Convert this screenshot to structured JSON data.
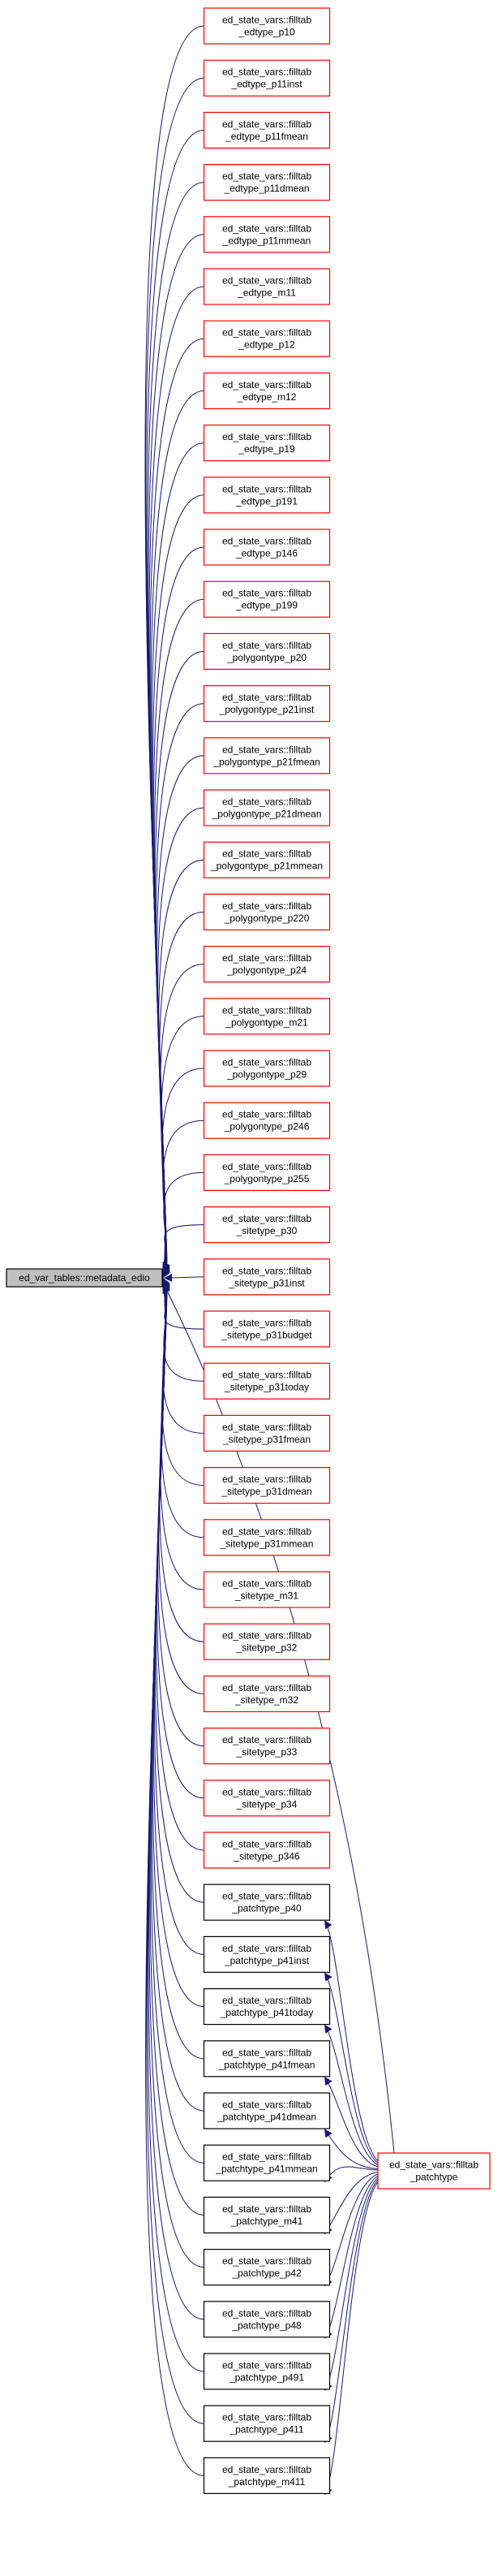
{
  "colors": {
    "edge": "#191970",
    "red_border": "#ff0000",
    "black_border": "#000000",
    "root_fill": "#bfbfbf",
    "node_fill": "#ffffff"
  },
  "root": {
    "lines": [
      "ed_var_tables::metadata_edio"
    ]
  },
  "hub": {
    "lines": [
      "ed_state_vars::filltab",
      "_patchtype"
    ]
  },
  "nodes": [
    {
      "lines": [
        "ed_state_vars::filltab",
        "_edtype_p10"
      ],
      "border": "red"
    },
    {
      "lines": [
        "ed_state_vars::filltab",
        "_edtype_p11inst"
      ],
      "border": "red"
    },
    {
      "lines": [
        "ed_state_vars::filltab",
        "_edtype_p11fmean"
      ],
      "border": "red"
    },
    {
      "lines": [
        "ed_state_vars::filltab",
        "_edtype_p11dmean"
      ],
      "border": "red"
    },
    {
      "lines": [
        "ed_state_vars::filltab",
        "_edtype_p11mmean"
      ],
      "border": "red"
    },
    {
      "lines": [
        "ed_state_vars::filltab",
        "_edtype_m11"
      ],
      "border": "red"
    },
    {
      "lines": [
        "ed_state_vars::filltab",
        "_edtype_p12"
      ],
      "border": "red"
    },
    {
      "lines": [
        "ed_state_vars::filltab",
        "_edtype_m12"
      ],
      "border": "red"
    },
    {
      "lines": [
        "ed_state_vars::filltab",
        "_edtype_p19"
      ],
      "border": "red"
    },
    {
      "lines": [
        "ed_state_vars::filltab",
        "_edtype_p191"
      ],
      "border": "red"
    },
    {
      "lines": [
        "ed_state_vars::filltab",
        "_edtype_p146"
      ],
      "border": "red"
    },
    {
      "lines": [
        "ed_state_vars::filltab",
        "_edtype_p199"
      ],
      "border": "red"
    },
    {
      "lines": [
        "ed_state_vars::filltab",
        "_polygontype_p20"
      ],
      "border": "red"
    },
    {
      "lines": [
        "ed_state_vars::filltab",
        "_polygontype_p21inst"
      ],
      "border": "red"
    },
    {
      "lines": [
        "ed_state_vars::filltab",
        "_polygontype_p21fmean"
      ],
      "border": "red"
    },
    {
      "lines": [
        "ed_state_vars::filltab",
        "_polygontype_p21dmean"
      ],
      "border": "red"
    },
    {
      "lines": [
        "ed_state_vars::filltab",
        "_polygontype_p21mmean"
      ],
      "border": "red"
    },
    {
      "lines": [
        "ed_state_vars::filltab",
        "_polygontype_p220"
      ],
      "border": "red"
    },
    {
      "lines": [
        "ed_state_vars::filltab",
        "_polygontype_p24"
      ],
      "border": "red"
    },
    {
      "lines": [
        "ed_state_vars::filltab",
        "_polygontype_m21"
      ],
      "border": "red"
    },
    {
      "lines": [
        "ed_state_vars::filltab",
        "_polygontype_p29"
      ],
      "border": "red"
    },
    {
      "lines": [
        "ed_state_vars::filltab",
        "_polygontype_p246"
      ],
      "border": "red"
    },
    {
      "lines": [
        "ed_state_vars::filltab",
        "_polygontype_p255"
      ],
      "border": "red"
    },
    {
      "lines": [
        "ed_state_vars::filltab",
        "_sitetype_p30"
      ],
      "border": "red"
    },
    {
      "lines": [
        "ed_state_vars::filltab",
        "_sitetype_p31inst"
      ],
      "border": "red"
    },
    {
      "lines": [
        "ed_state_vars::filltab",
        "_sitetype_p31budget"
      ],
      "border": "red"
    },
    {
      "lines": [
        "ed_state_vars::filltab",
        "_sitetype_p31today"
      ],
      "border": "red"
    },
    {
      "lines": [
        "ed_state_vars::filltab",
        "_sitetype_p31fmean"
      ],
      "border": "red"
    },
    {
      "lines": [
        "ed_state_vars::filltab",
        "_sitetype_p31dmean"
      ],
      "border": "red"
    },
    {
      "lines": [
        "ed_state_vars::filltab",
        "_sitetype_p31mmean"
      ],
      "border": "red"
    },
    {
      "lines": [
        "ed_state_vars::filltab",
        "_sitetype_m31"
      ],
      "border": "red"
    },
    {
      "lines": [
        "ed_state_vars::filltab",
        "_sitetype_p32"
      ],
      "border": "red"
    },
    {
      "lines": [
        "ed_state_vars::filltab",
        "_sitetype_m32"
      ],
      "border": "red"
    },
    {
      "lines": [
        "ed_state_vars::filltab",
        "_sitetype_p33"
      ],
      "border": "red"
    },
    {
      "lines": [
        "ed_state_vars::filltab",
        "_sitetype_p34"
      ],
      "border": "red"
    },
    {
      "lines": [
        "ed_state_vars::filltab",
        "_sitetype_p346"
      ],
      "border": "red"
    },
    {
      "lines": [
        "ed_state_vars::filltab",
        "_patchtype_p40"
      ],
      "border": "black"
    },
    {
      "lines": [
        "ed_state_vars::filltab",
        "_patchtype_p41inst"
      ],
      "border": "black"
    },
    {
      "lines": [
        "ed_state_vars::filltab",
        "_patchtype_p41today"
      ],
      "border": "black"
    },
    {
      "lines": [
        "ed_state_vars::filltab",
        "_patchtype_p41fmean"
      ],
      "border": "black"
    },
    {
      "lines": [
        "ed_state_vars::filltab",
        "_patchtype_p41dmean"
      ],
      "border": "black"
    },
    {
      "lines": [
        "ed_state_vars::filltab",
        "_patchtype_p41mmean"
      ],
      "border": "black"
    },
    {
      "lines": [
        "ed_state_vars::filltab",
        "_patchtype_m41"
      ],
      "border": "black"
    },
    {
      "lines": [
        "ed_state_vars::filltab",
        "_patchtype_p42"
      ],
      "border": "black"
    },
    {
      "lines": [
        "ed_state_vars::filltab",
        "_patchtype_p48"
      ],
      "border": "black"
    },
    {
      "lines": [
        "ed_state_vars::filltab",
        "_patchtype_p491"
      ],
      "border": "black"
    },
    {
      "lines": [
        "ed_state_vars::filltab",
        "_patchtype_p411"
      ],
      "border": "black"
    },
    {
      "lines": [
        "ed_state_vars::filltab",
        "_patchtype_m411"
      ],
      "border": "black"
    }
  ]
}
